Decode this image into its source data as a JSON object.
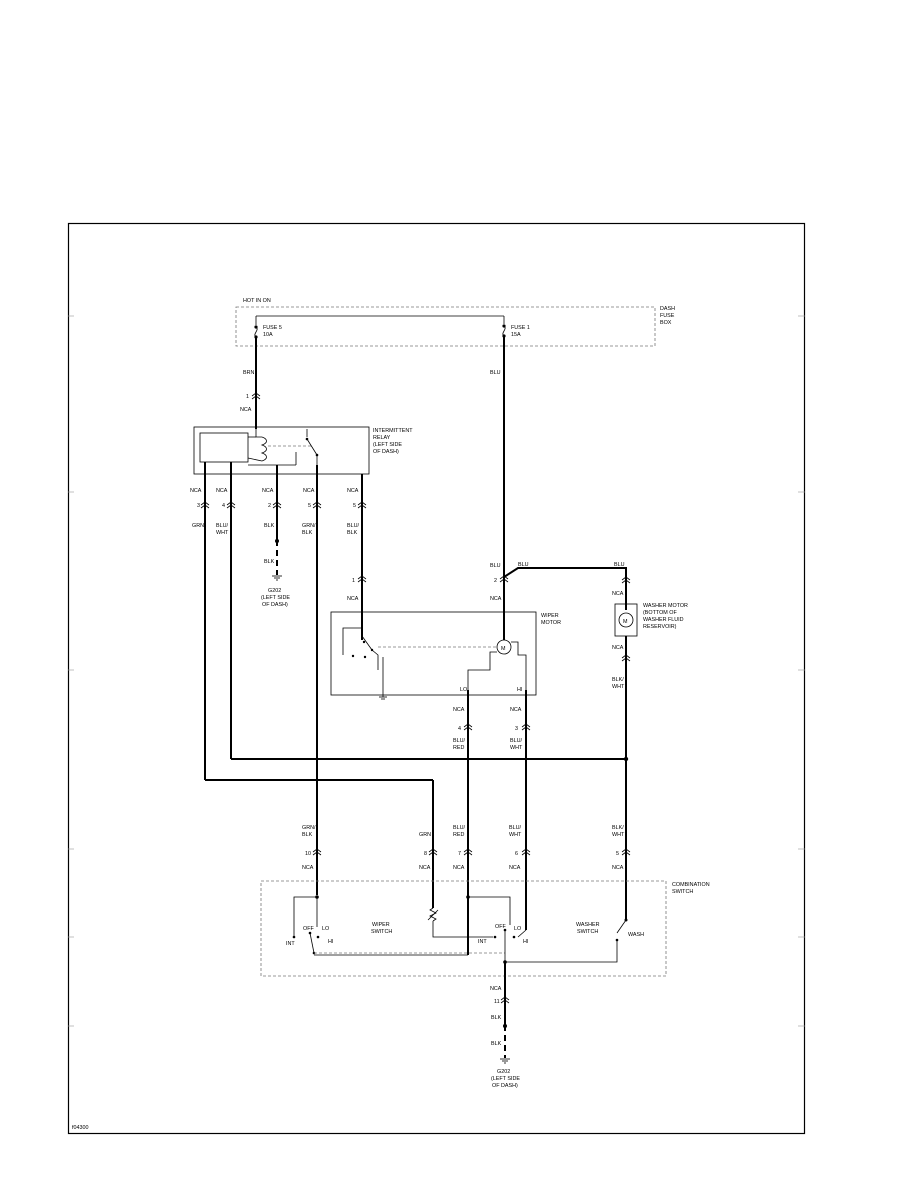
{
  "hot_label": "HOT IN ON",
  "dash_fuse_box": [
    "DASH",
    "FUSE",
    "BOX"
  ],
  "fuse5": [
    "FUSE 5",
    "10A"
  ],
  "fuse1": [
    "FUSE 1",
    "15A"
  ],
  "relay_label": [
    "INTERMITTENT",
    "RELAY",
    "(LEFT SIDE",
    "OF DASH)"
  ],
  "wiper_motor_label": [
    "WIPER",
    "MOTOR"
  ],
  "washer_motor_label": [
    "WASHER MOTOR",
    "(BOTTOM OF",
    "WASHER FLUID",
    "RESERVOIR)"
  ],
  "combo_switch_label": [
    "COMBINATION",
    "SWITCH"
  ],
  "wiper_switch_label": [
    "WIPER",
    "SWITCH"
  ],
  "washer_switch_label": [
    "WASHER",
    "SWITCH"
  ],
  "ground_top": [
    "G202",
    "(LEFT SIDE",
    "OF DASH)"
  ],
  "ground_bottom": [
    "G202",
    "(LEFT SIDE",
    "OF DASH)"
  ],
  "nca": "NCA",
  "motor_symbol": "M",
  "switch_positions": {
    "off": "OFF",
    "lo": "LO",
    "hi": "HI",
    "int": "INT",
    "wash": "WASH"
  },
  "wires": {
    "brn": "BRN",
    "blu": "BLU",
    "grn": "GRN",
    "blk": "BLK",
    "blu_wht": [
      "BLU/",
      "WHT"
    ],
    "grn_blk": [
      "GRN/",
      "BLK"
    ],
    "blu_blk": [
      "BLU/",
      "BLK"
    ],
    "blu_red": [
      "BLU/",
      "RED"
    ],
    "blk_wht": [
      "BLK/",
      "WHT"
    ]
  },
  "pins": {
    "relay_in": "1",
    "relay_3": "3",
    "relay_4": "4",
    "relay_2": "2",
    "relay_5a": "5",
    "relay_5b": "5",
    "motor_1": "1",
    "motor_2": "2",
    "motor_4": "4",
    "motor_3": "3",
    "combo_10": "10",
    "combo_8": "8",
    "combo_7": "7",
    "combo_6": "6",
    "combo_5": "5",
    "combo_11": "11"
  },
  "figure_id": "f04300"
}
